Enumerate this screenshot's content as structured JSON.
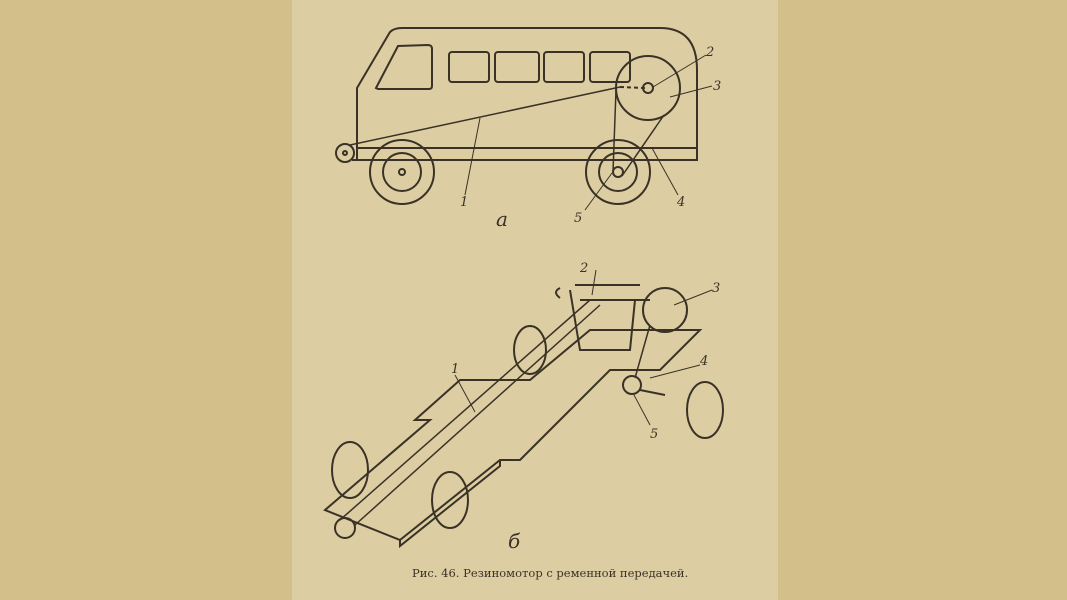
{
  "figure": {
    "caption": "Рис. 46. Резиномотор с ременной передачей.",
    "panel_a_label": "а",
    "panel_b_label": "б",
    "part_labels_a": [
      "1",
      "2",
      "3",
      "4",
      "5"
    ],
    "part_labels_b": [
      "1",
      "2",
      "3",
      "4",
      "5"
    ]
  },
  "colors": {
    "background": "#d3bf8a",
    "page": "#dccea2",
    "ink": "#3a3226"
  }
}
